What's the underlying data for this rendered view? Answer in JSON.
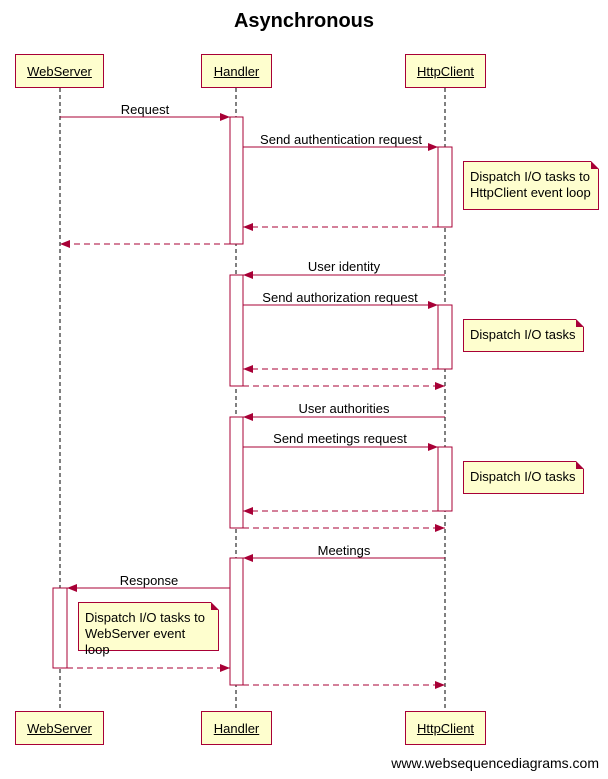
{
  "title": "Asynchronous",
  "footer": "www.websequencediagrams.com",
  "colors": {
    "line": "#a80036",
    "box_fill": "#fefece"
  },
  "actors": {
    "webserver": "WebServer",
    "handler": "Handler",
    "httpclient": "HttpClient"
  },
  "messages": {
    "request": "Request",
    "send_auth": "Send authentication request",
    "user_identity": "User identity",
    "send_authz": "Send authorization request",
    "user_authorities": "User authorities",
    "send_meetings": "Send meetings request",
    "meetings": "Meetings",
    "response": "Response"
  },
  "notes": {
    "httpclient_loop_1": "Dispatch I/O tasks to",
    "httpclient_loop_2": "HttpClient event loop",
    "io_tasks_1": "Dispatch I/O tasks",
    "io_tasks_2": "Dispatch I/O tasks",
    "webserver_loop_1": "Dispatch I/O tasks to",
    "webserver_loop_2": "WebServer event loop"
  }
}
